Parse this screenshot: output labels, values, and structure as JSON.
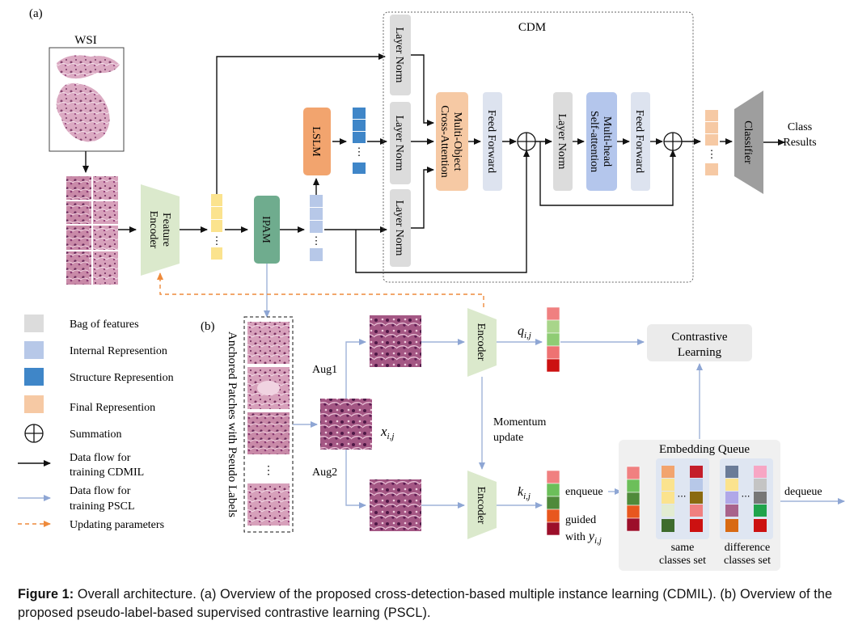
{
  "panel_a_label": "(a)",
  "panel_b_label": "(b)",
  "wsi_label": "WSI",
  "cdm_label": "CDM",
  "blocks": {
    "feature_encoder": "Feature Encoder",
    "ipam": "IPAM",
    "lslm": "LSLM",
    "layer_norm": "Layer Norm",
    "multi_object_cross_attention": "Multi-Object Cross-Attention",
    "feed_forward": "Feed Forward",
    "multi_head_self_attention": "Multi-head Self-attention",
    "classifier": "Classifier",
    "class_results": "Class Results"
  },
  "legend": {
    "bag_of_features": "Bag of features",
    "internal_representation": "Internal Represention",
    "structure_representation": "Structure Represention",
    "final_representation": "Final Represention",
    "summation": "Summation",
    "flow_cdmil_line1": "Data flow for",
    "flow_cdmil_line2": "training CDMIL",
    "flow_pscl_line1": "Data flow for",
    "flow_pscl_line2": "training PSCL",
    "updating_parameters": "Updating parameters"
  },
  "panel_b": {
    "anchored_patches": "Anchored Patches with Pseudo Labels",
    "ellipsis": "⋮",
    "aug1": "Aug1",
    "aug2": "Aug2",
    "x_var": "x",
    "x_sub": "i,j",
    "encoder": "Encoder",
    "q_var": "q",
    "q_sub": "i,j",
    "k_var": "k",
    "k_sub": "i,j",
    "momentum_line1": "Momentum",
    "momentum_line2": "update",
    "contrastive_line1": "Contrastive",
    "contrastive_line2": "Learning",
    "enqueue": "enqueue",
    "guided": "guided",
    "with": "with",
    "y_var": "y",
    "y_sub": "i,j",
    "embedding_queue": "Embedding Queue",
    "same_line1": "same",
    "same_line2": "classes set",
    "diff_line1": "difference",
    "diff_line2": "classes set",
    "dequeue": "dequeue"
  },
  "caption": {
    "prefix": "Figure 1:",
    "text": "Overall architecture. (a) Overview of the proposed cross-detection-based multiple instance learning (CDMIL). (b) Overview of the proposed pseudo-label-based supervised contrastive learning (PSCL)."
  },
  "colors": {
    "bag_gray": "#dcdcdc",
    "internal_blue": "#b7c8e8",
    "structure_blue": "#3f86c8",
    "final_peach": "#f6c9a4",
    "feature_yellow": "#fbe38e",
    "encoder_green": "#dbe9cc",
    "ipam_green": "#6fac8e",
    "lslm_orange": "#f2a46e",
    "mhsa_blue": "#b4c6ec",
    "classifier_gray": "#9e9e9e",
    "flow_black": "#111111",
    "flow_blue": "#9fb3d9",
    "update_orange": "#ee8a3c",
    "q_colors": [
      "#f08080",
      "#a8d58a",
      "#8fcc74",
      "#ee7272",
      "#cc1111"
    ],
    "k_colors": [
      "#f08080",
      "#6cbf5a",
      "#4f8a3a",
      "#e8571e",
      "#9c0f2a"
    ],
    "queue_colors": [
      "#f08080",
      "#6cbf5a",
      "#4f8a3a",
      "#e8571e",
      "#9c0f2a"
    ]
  }
}
